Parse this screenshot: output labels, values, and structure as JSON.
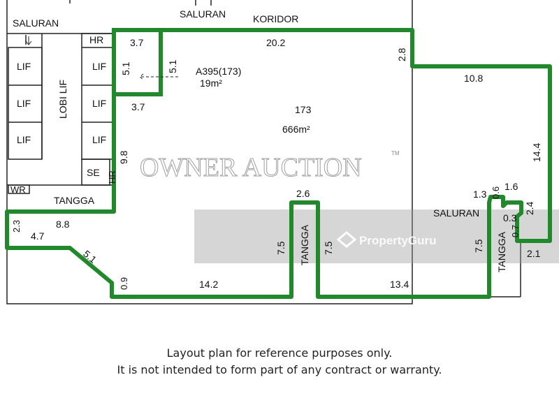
{
  "labels": {
    "saluran_top": "SALURAN",
    "koridor": "KORIDOR",
    "saluran_left": "SALURAN",
    "hr1": "HR",
    "lif": "LIF",
    "lobi": "LOBI LIF",
    "se": "SE",
    "hr2": "HR",
    "wr": "WR",
    "tangga_left": "TANGGA",
    "unit_small": "A395(173)",
    "unit_small_area": "19m²",
    "unit": "173",
    "unit_area": "666m²",
    "tangga_mid": "TANGGA",
    "tangga_right": "TANGGA",
    "saluran_right": "SALURAN"
  },
  "dimensions": {
    "d_3_7_top": "3.7",
    "d_5_1_a": "5.1",
    "d_5_1_b": "5.1",
    "d_3_7_bot": "3.7",
    "d_20_2": "20.2",
    "d_2_8": "2.8",
    "d_10_8": "10.8",
    "d_14_4": "14.4",
    "d_9_8": "9.8",
    "d_2_3": "2.3",
    "d_8_8": "8.8",
    "d_4_7": "4.7",
    "d_5_1_c": "5.1",
    "d_0_9": "0.9",
    "d_14_2": "14.2",
    "d_2_6": "2.6",
    "d_7_5_a": "7.5",
    "d_7_5_b": "7.5",
    "d_13_4": "13.4",
    "d_7_5_c": "7.5",
    "d_1_3": "1.3",
    "d_0_6": "0.6",
    "d_1_6": "1.6",
    "d_0_3": "0.3",
    "d_2_4": "2.4",
    "d_0_7": "0.7",
    "d_2_1": "2.1"
  },
  "watermark": {
    "text": "OWNER AUCTION",
    "tm": "TM",
    "brand": "PropertyGuru"
  },
  "caption": {
    "line1": "Layout plan for reference purposes only.",
    "line2": "It is not intended to form part of any contract or warranty."
  },
  "colors": {
    "outline": "#1f8a2a"
  }
}
